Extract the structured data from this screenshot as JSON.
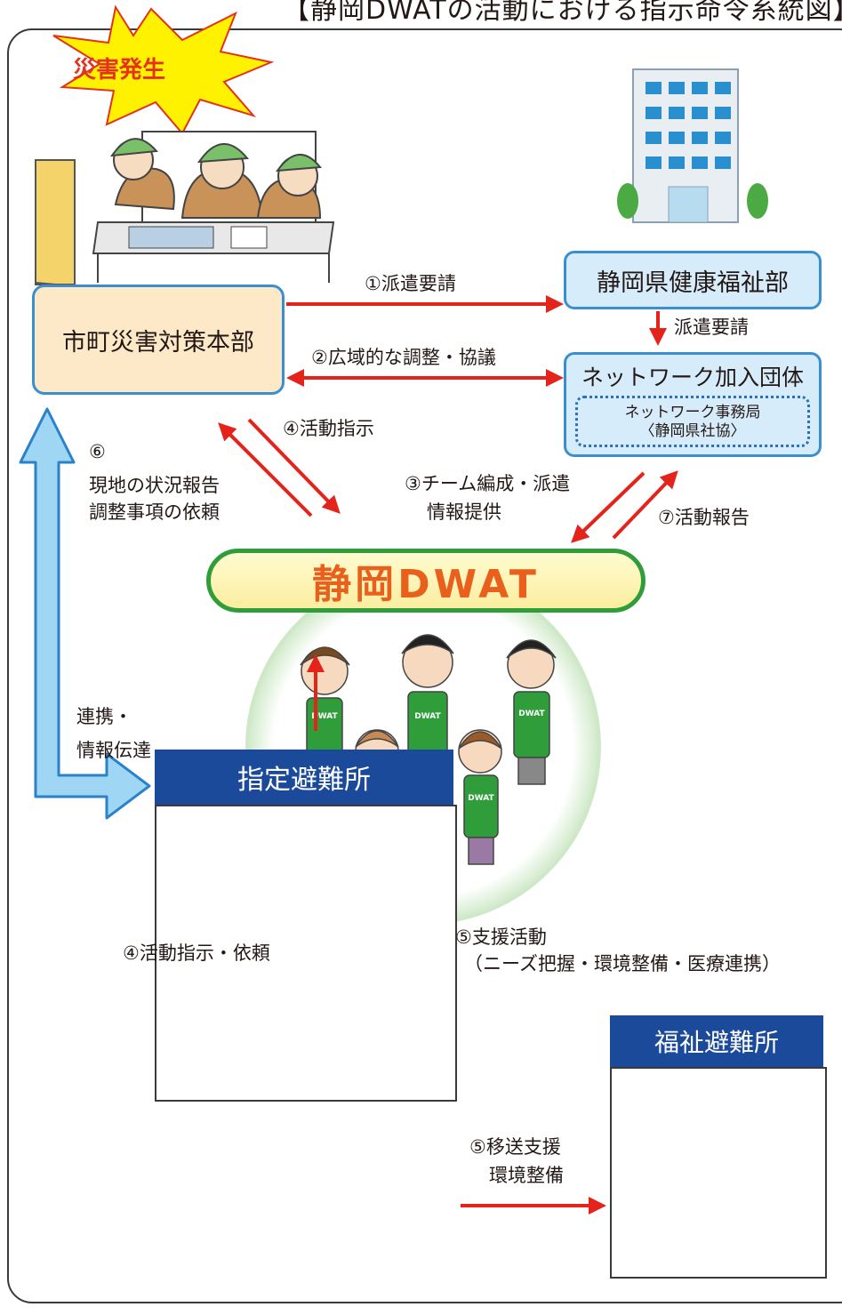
{
  "title": "【静岡DWATの活動における指示命令系統図】",
  "disaster_label": "災害発生",
  "nodes": {
    "hq": "市町災害対策本部",
    "pref": "静岡県健康福祉部",
    "network": "ネットワーク加入団体",
    "network_office_line1": "ネットワーク事務局",
    "network_office_line2": "〈静岡県社協〉",
    "dwat": "静岡DWAT",
    "designated_shelter": "指定避難所",
    "welfare_shelter": "福祉避難所"
  },
  "edges": {
    "e1": "①派遣要請",
    "pref_to_net": "派遣要請",
    "e2": "②広域的な調整・協議",
    "e4": "④活動指示",
    "e6_num": "⑥",
    "e6_line1": "現地の状況報告",
    "e6_line2": "調整事項の依頼",
    "e3_line1": "③チーム編成・派遣",
    "e3_line2": "情報提供",
    "e7": "⑦活動報告",
    "link_line1": "連携・",
    "link_line2": "情報伝達",
    "e4b": "④活動指示・依頼",
    "e5_line1": "⑤支援活動",
    "e5_line2": "（ニーズ把握・環境整備・医療連携）",
    "e5b_line1": "⑤移送支援",
    "e5b_line2": "環境整備"
  },
  "badge_text": "DWAT",
  "colors": {
    "arrow_red": "#e4231b",
    "blue_box": "#1c4a9b",
    "box_border": "#3b8fd0",
    "dwat_text": "#e8601c",
    "dwat_border": "#2f9e3a",
    "burst_fill": "#fff200"
  }
}
